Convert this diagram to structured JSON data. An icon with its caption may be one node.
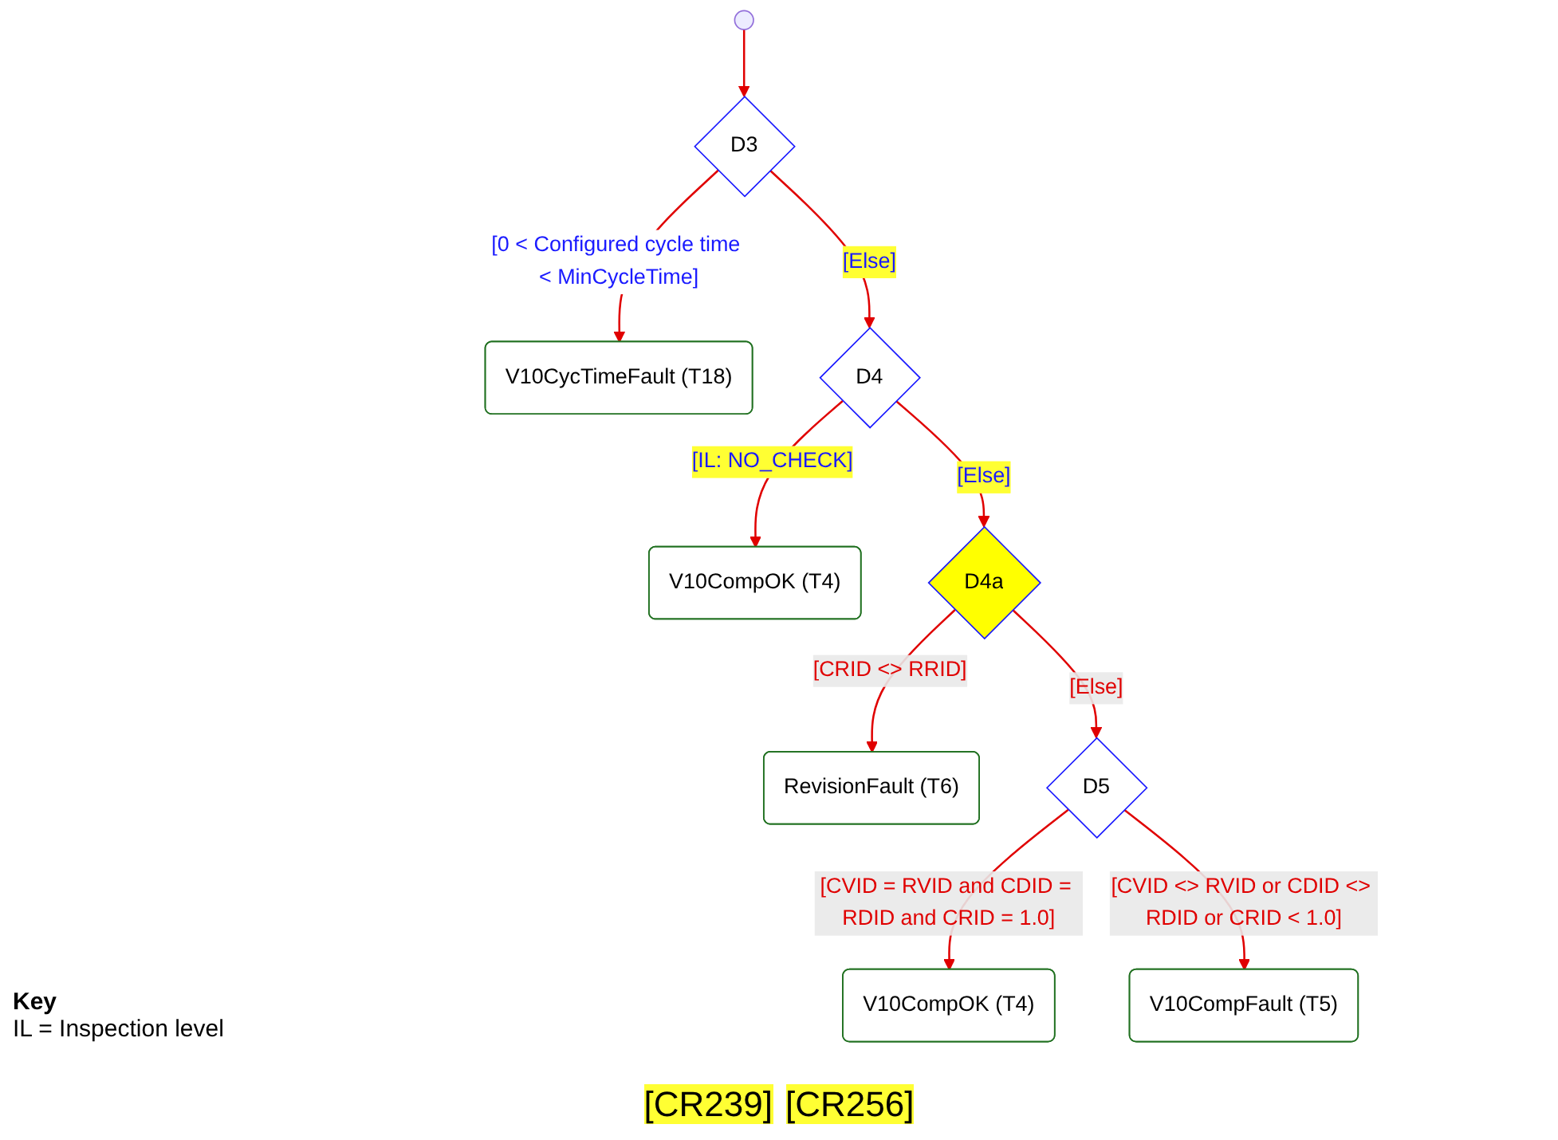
{
  "diagram": {
    "nodes": [
      {
        "text": [],
        "shape": "circle"
      },
      {
        "text": [
          "D3"
        ]
      },
      {
        "text": [
          "V10CycTimeFault (T18)"
        ]
      },
      {
        "text": [
          "D4"
        ]
      },
      {
        "text": [
          "V10CompOK (T4)"
        ]
      },
      {
        "text": [
          "D4a"
        ]
      },
      {
        "text": [
          "RevisionFault (T6)"
        ]
      },
      {
        "text": [
          "D5"
        ]
      },
      {
        "text": [
          "V10CompOK (T4)"
        ]
      },
      {
        "text": [
          "V10CompFault (T5)"
        ]
      }
    ],
    "edges": [
      {
        "from": 0,
        "to": 1,
        "arrow": "to"
      },
      {
        "from": 1,
        "to": 2,
        "arrow": "to",
        "label": "[0 < Configured cycle time < MinCycleTime]"
      },
      {
        "from": 1,
        "to": 3,
        "arrow": "to",
        "label": "[Else]"
      },
      {
        "from": 3,
        "to": 4,
        "arrow": "to",
        "label": "[IL: NO_CHECK]"
      },
      {
        "from": 3,
        "to": 5,
        "arrow": "to",
        "label": "[Else]"
      },
      {
        "from": 5,
        "to": 6,
        "arrow": "to",
        "label": "[CRID <> RRID]"
      },
      {
        "from": 5,
        "to": 7,
        "arrow": "to",
        "label": "[Else]"
      },
      {
        "from": 7,
        "to": 8,
        "arrow": "to",
        "label": "[CVID = RVID and CDID = RDID and CRID = 1.0]"
      },
      {
        "from": 7,
        "to": 9,
        "arrow": "to",
        "label": "[CVID <> RVID or CDID <> RDID or CRID < 1.0]"
      }
    ],
    "labels": [
      "Key",
      "IL = Inspection level",
      "[CR239]",
      "[CR256]"
    ]
  }
}
